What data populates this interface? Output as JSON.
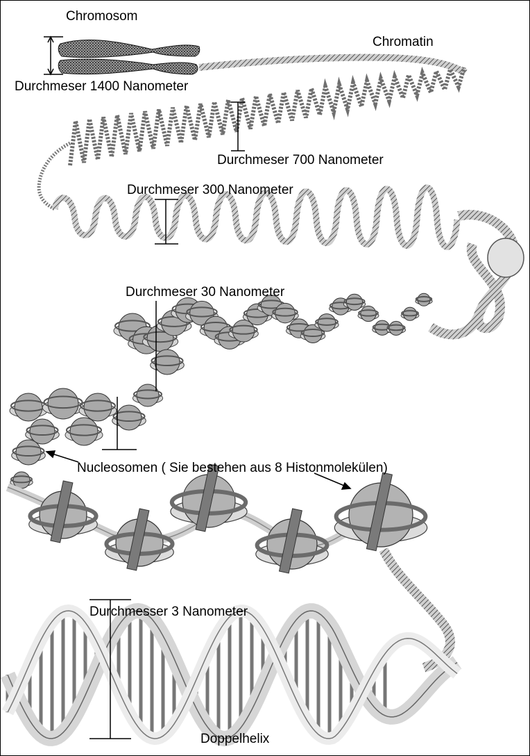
{
  "labels": {
    "chromosom": "Chromosom",
    "chromatin": "Chromatin",
    "d1400": "Durchmeser 1400 Nanometer",
    "d700": "Durchmeser 700 Nanometer",
    "d300": "Durchmeser 300 Nanometer",
    "d30": "Durchmeser 30 Nanometer",
    "nucleosomen": "Nucleosomen ( Sie bestehen aus 8 Histonmolekülen)",
    "d3": "Durchmesser 3 Nanometer",
    "doppelhelix": "Doppelhelix"
  },
  "colors": {
    "ink": "#000000",
    "fiber": "#8a8a8a",
    "fiber_light": "#cfcfcf",
    "histone": "#bdbdbd",
    "histone_dark": "#7d7d7d",
    "strand": "#d9d9d9"
  }
}
